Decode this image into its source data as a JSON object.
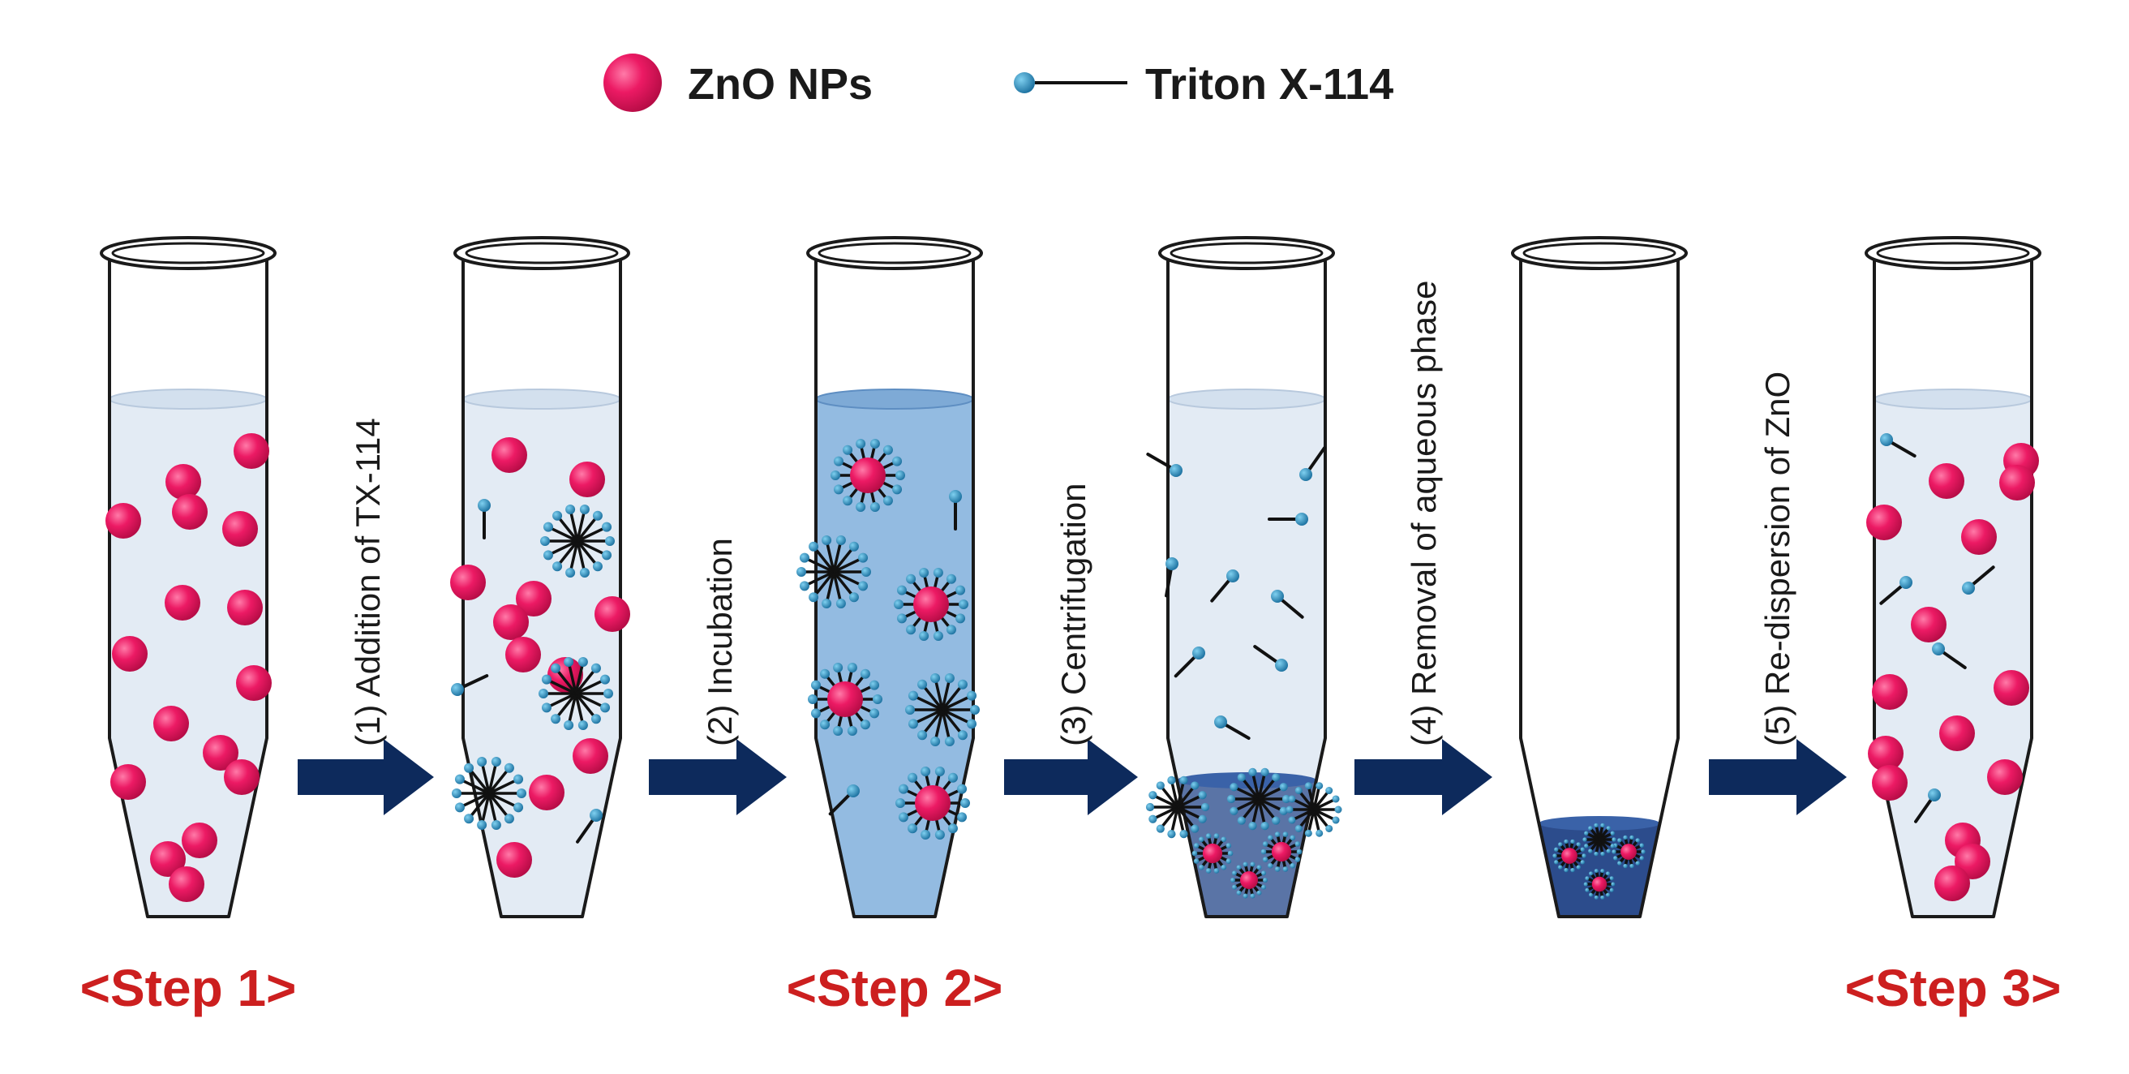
{
  "legend": {
    "nanoparticle_label": "ZnO NPs",
    "surfactant_label": "Triton X-114"
  },
  "steps": [
    {
      "label": "(1) Addition of TX-114"
    },
    {
      "label": "(2) Incubation"
    },
    {
      "label": "(3) Centrifugation"
    },
    {
      "label": "(4) Removal of aqueous phase"
    },
    {
      "label": "(5) Re-dispersion of ZnO"
    }
  ],
  "stage_labels": [
    "<Step 1>",
    "<Step 2>",
    "<Step 3>"
  ],
  "colors": {
    "nanoparticle": "#e8185e",
    "surfactant_head": "#2c8fc0",
    "arrow": "#0d2a5c",
    "stage_label": "#cc1f1f",
    "light_solution": "#e3ebf4",
    "blue_solution": "#93bbe1",
    "dark_phase": "#2c4c8c"
  },
  "tubes": [
    {
      "name": "tube-1",
      "liquid": "light"
    },
    {
      "name": "tube-2",
      "liquid": "light"
    },
    {
      "name": "tube-3",
      "liquid": "blue"
    },
    {
      "name": "tube-4",
      "liquid": "light-with-pellet"
    },
    {
      "name": "tube-5",
      "liquid": "pellet-only"
    },
    {
      "name": "tube-6",
      "liquid": "light"
    }
  ]
}
